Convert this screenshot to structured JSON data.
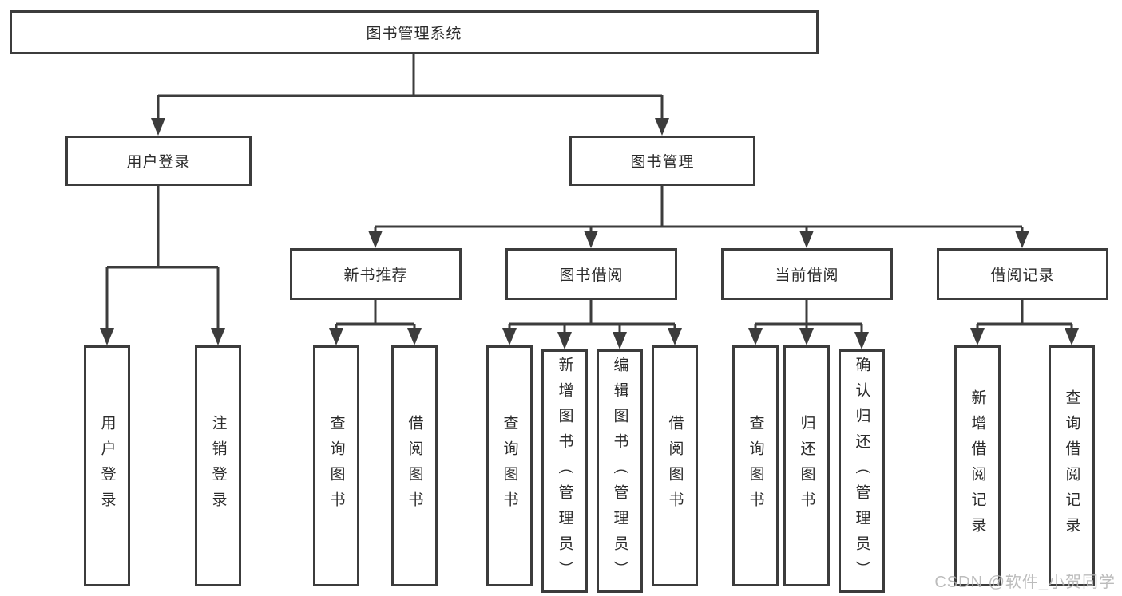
{
  "colors": {
    "line": "#3c3c3c",
    "box_border": "#3c3c3c",
    "text": "#2b2b2b",
    "watermark": "#b5b5b5",
    "background": "#ffffff"
  },
  "watermark": {
    "text": "CSDN @软件_小贺同学"
  },
  "diagram": {
    "type": "hierarchy-tree",
    "root": {
      "label": "图书管理系统"
    },
    "branches": [
      {
        "label": "用户登录",
        "children": [
          "用户登录",
          "注销登录"
        ]
      },
      {
        "label": "图书管理",
        "children": [
          {
            "label": "新书推荐",
            "children": [
              "查询图书",
              "借阅图书"
            ]
          },
          {
            "label": "图书借阅",
            "children": [
              "查询图书",
              "新增图书（管理员）",
              "编辑图书（管理员）",
              "借阅图书"
            ]
          },
          {
            "label": "当前借阅",
            "children": [
              "查询图书",
              "归还图书",
              "确认归还（管理员）"
            ]
          },
          {
            "label": "借阅记录",
            "children": [
              "新增借阅记录",
              "查询借阅记录"
            ]
          }
        ]
      }
    ]
  }
}
